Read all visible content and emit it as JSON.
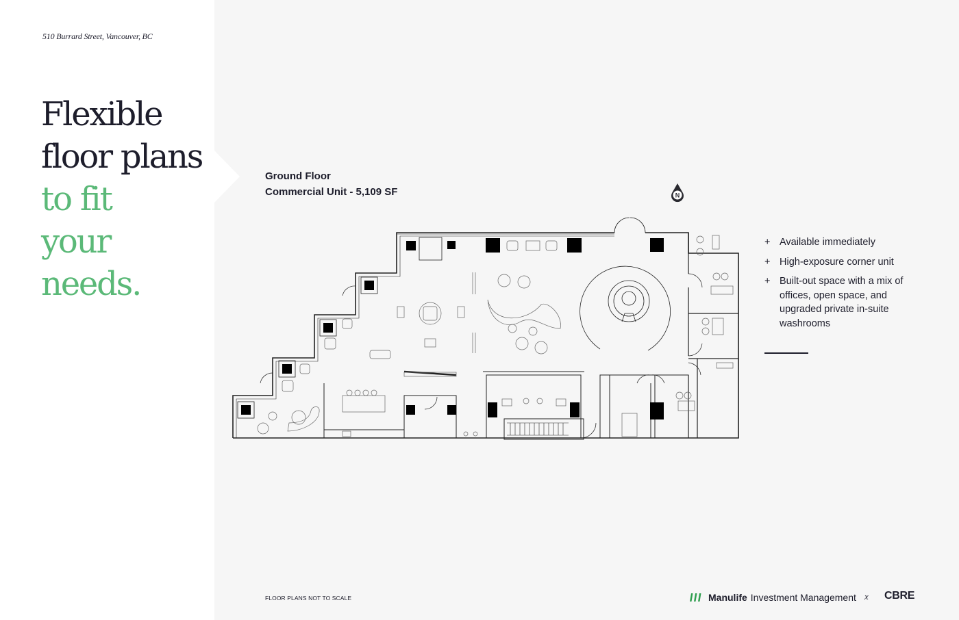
{
  "address": "510 Burrard Street, Vancouver, BC",
  "headline": {
    "line1": "Flexible",
    "line2": "floor plans",
    "line3": "to fit",
    "line4": "your",
    "line5": "needs."
  },
  "plan": {
    "floor": "Ground Floor",
    "unit": "Commercial Unit - 5,109 SF",
    "north_label": "N"
  },
  "features": [
    "Available immediately",
    "High-exposure corner unit",
    "Built-out space with a mix of offices, open space, and upgraded private in-suite washrooms"
  ],
  "note": "FLOOR PLANS NOT TO SCALE",
  "footer": {
    "brand": "Manulife",
    "brand_sub": "Investment Management",
    "separator": "x",
    "partner": "CBRE"
  },
  "colors": {
    "accent_green": "#5bb978",
    "text_dark": "#1d1d2b",
    "panel_bg": "#f6f6f6"
  }
}
